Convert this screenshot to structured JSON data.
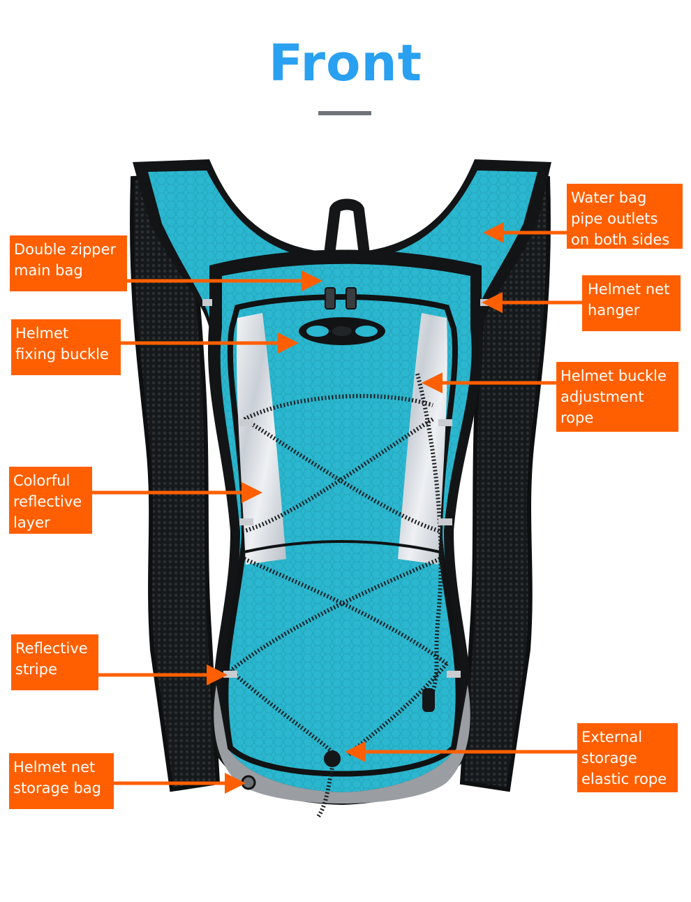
{
  "title": "Front",
  "colors": {
    "title": "#2aa0f0",
    "rule": "#6f7478",
    "label_bg": "#ff5f00",
    "arrow": "#ff5f00",
    "bag_teal": "#2ab7cf",
    "bag_dark": "#121416",
    "strap_mesh": "#1d2124",
    "reflective": "#d8dde2",
    "trim_gray": "#9a9ea2"
  },
  "labels": [
    {
      "id": "water-bag-pipe-outlets",
      "text": "Water bag\npipe outlets\non both sides"
    },
    {
      "id": "double-zipper-main-bag",
      "text": "Double zipper\nmain bag"
    },
    {
      "id": "helmet-net-hanger",
      "text": "Helmet net\nhanger"
    },
    {
      "id": "helmet-fixing-buckle",
      "text": "Helmet\nfixing buckle"
    },
    {
      "id": "helmet-buckle-adjustment-rope",
      "text": "Helmet buckle\nadjustment\nrope"
    },
    {
      "id": "colorful-reflective-layer",
      "text": "Colorful\nreflective\nlayer"
    },
    {
      "id": "reflective-stripe",
      "text": "Reflective\nstripe"
    },
    {
      "id": "external-storage-elastic-rope",
      "text": "External\nstorage\nelastic rope"
    },
    {
      "id": "helmet-net-storage-bag",
      "text": "Helmet net\nstorage bag"
    }
  ]
}
